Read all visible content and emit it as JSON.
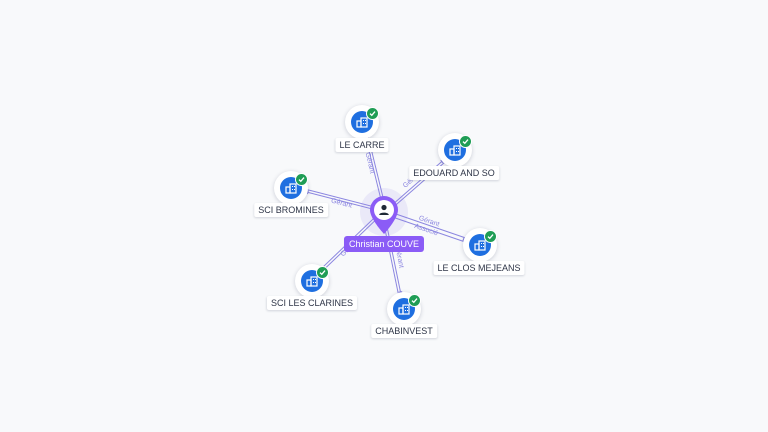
{
  "center": {
    "name": "Christian COUVE",
    "icon": "person-icon",
    "color": "#8b5cf6"
  },
  "companies": [
    {
      "key": "le-carre",
      "name": "LE CARRE",
      "icon": "building-icon",
      "verified_icon": "check-icon"
    },
    {
      "key": "edouard-and-so",
      "name": "EDOUARD AND SO",
      "icon": "building-icon",
      "verified_icon": "check-icon"
    },
    {
      "key": "sci-bromines",
      "name": "SCI BROMINES",
      "icon": "building-icon",
      "verified_icon": "check-icon"
    },
    {
      "key": "le-clos-mejeans",
      "name": "LE CLOS MEJEANS",
      "icon": "building-icon",
      "verified_icon": "check-icon"
    },
    {
      "key": "sci-les-clarines",
      "name": "SCI LES CLARINES",
      "icon": "building-icon",
      "verified_icon": "check-icon"
    },
    {
      "key": "chabinvest",
      "name": "CHABINVEST",
      "icon": "building-icon",
      "verified_icon": "check-icon"
    }
  ],
  "relations": [
    {
      "target": "le-carre",
      "labels": [
        "Gérant"
      ]
    },
    {
      "target": "edouard-and-so",
      "labels": [
        "Gérant"
      ]
    },
    {
      "target": "sci-bromines",
      "labels": [
        "Gérant"
      ]
    },
    {
      "target": "le-clos-mejeans",
      "labels": [
        "Gérant",
        "Associé"
      ]
    },
    {
      "target": "sci-les-clarines",
      "labels": [
        "Gérant"
      ]
    },
    {
      "target": "chabinvest",
      "labels": [
        "Gérant"
      ]
    }
  ],
  "colors": {
    "company": "#1f6fe0",
    "verified": "#1f9d55",
    "edge": "#8b86e0",
    "background": "#f8f9fb"
  }
}
